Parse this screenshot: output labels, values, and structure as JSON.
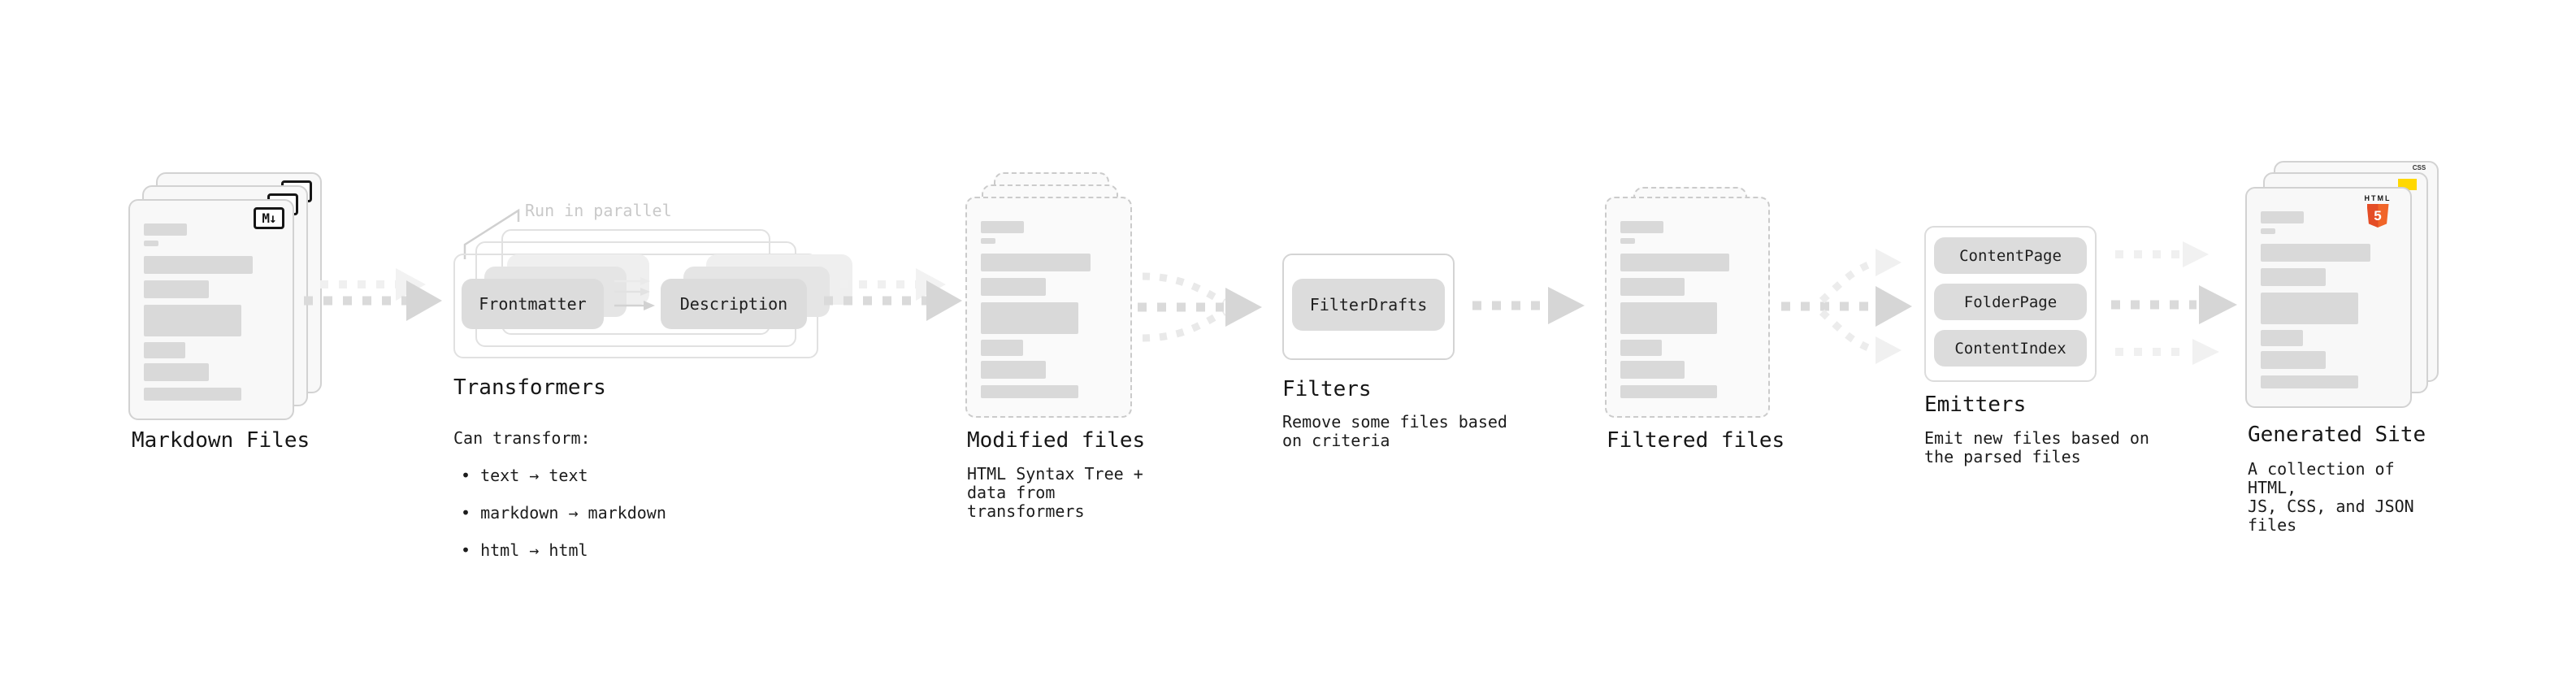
{
  "nodes": {
    "markdown_files": {
      "label": "Markdown Files"
    },
    "transformers": {
      "label": "Transformers",
      "annotation": "Run in parallel",
      "steps": [
        "Frontmatter",
        "Description"
      ],
      "description_title": "Can transform:",
      "description_items": [
        "• text → text",
        "• markdown → markdown",
        "• html → html"
      ]
    },
    "modified_files": {
      "label": "Modified files",
      "description": "HTML Syntax Tree +\ndata from transformers"
    },
    "filters": {
      "label": "Filters",
      "steps": [
        "FilterDrafts"
      ],
      "description": "Remove some files based\non criteria"
    },
    "filtered_files": {
      "label": "Filtered files"
    },
    "emitters": {
      "label": "Emitters",
      "steps": [
        "ContentPage",
        "FolderPage",
        "ContentIndex"
      ],
      "description": "Emit new files based on\nthe parsed files"
    },
    "generated_site": {
      "label": "Generated Site",
      "description": "A collection of HTML,\nJS, CSS, and JSON files"
    }
  },
  "icons": {
    "markdown_badge": "M↓",
    "html5_badge": {
      "label": "HTML",
      "number": "5"
    },
    "css_badge": "CSS"
  },
  "colors": {
    "card_bg": "#f8f8f8",
    "card_border": "#d2d2d2",
    "skeleton_bar": "#d9d9d9",
    "box_bg": "#dcdcdc",
    "arrow": "#d6d6d6",
    "arrow_light": "#f0f0f0",
    "annotation_text": "#c9c9c9",
    "text": "#161616",
    "html5_orange": "#e44d26",
    "html5_orange_light": "#f16529",
    "js_yellow": "#ffd800",
    "css_blue": "#2962ff"
  }
}
